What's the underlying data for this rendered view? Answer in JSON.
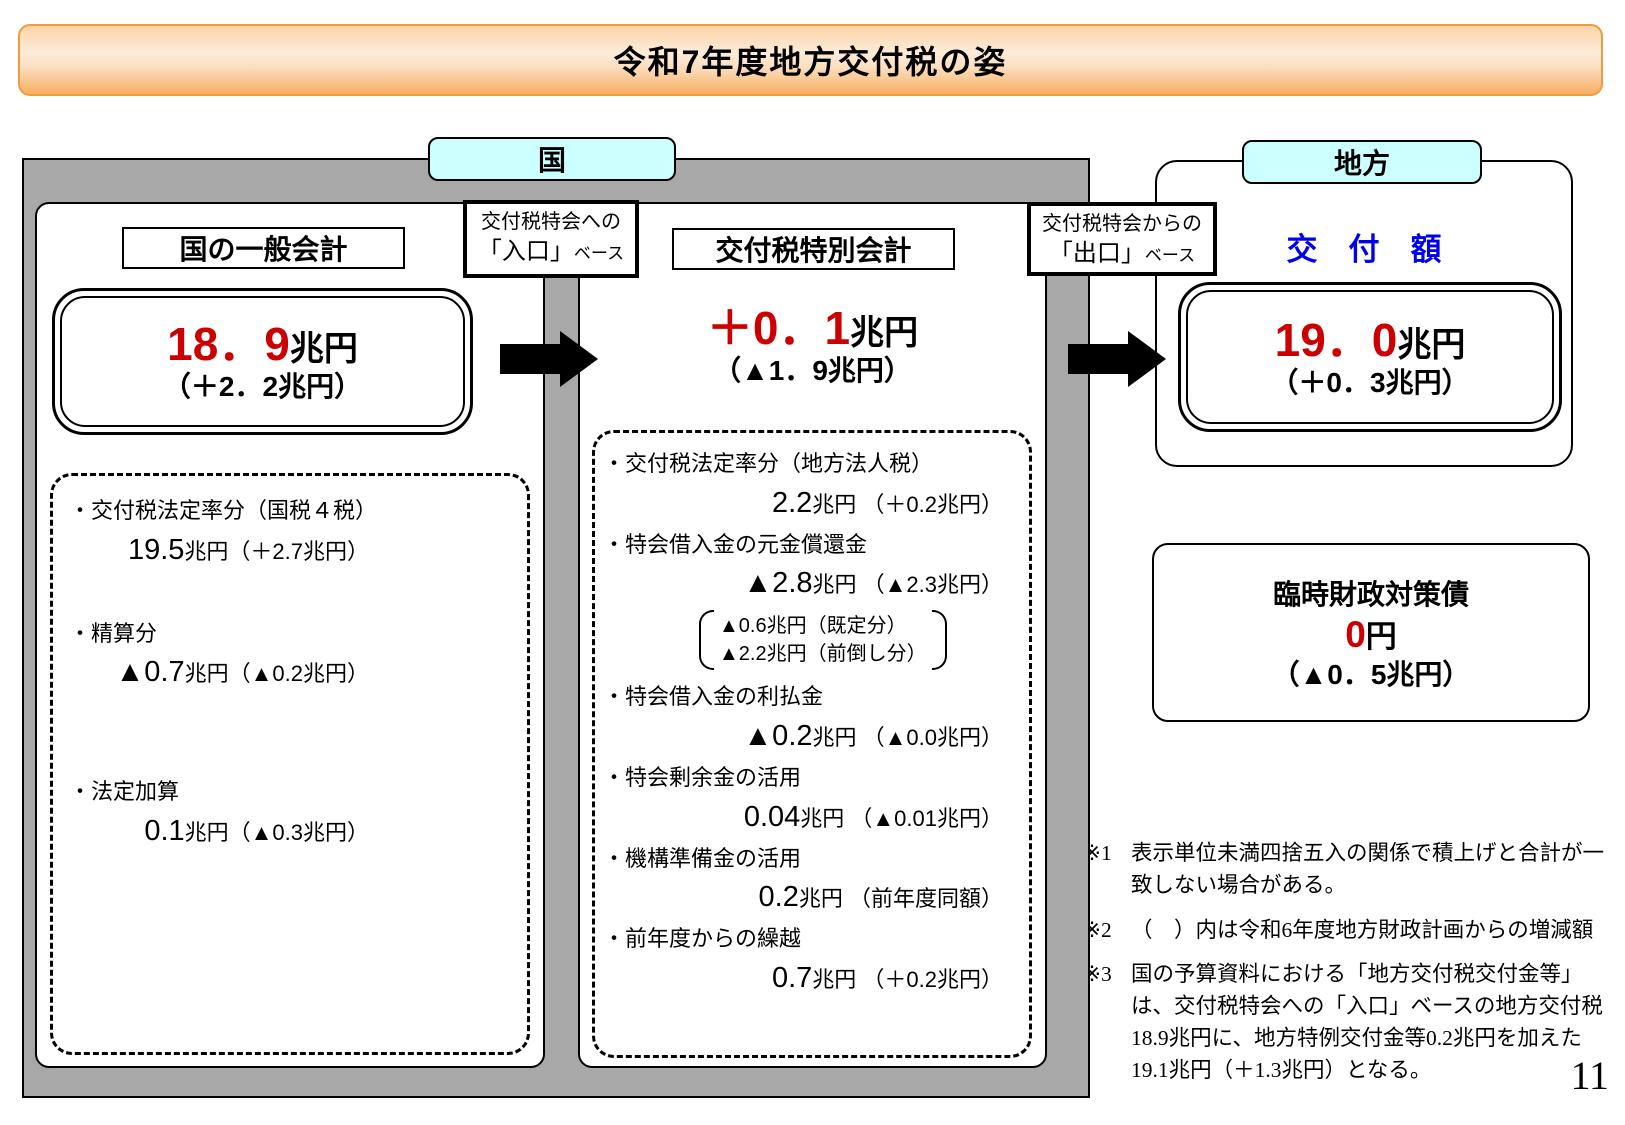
{
  "title": "令和7年度地方交付税の姿",
  "page_number": "11",
  "colors": {
    "accent_red": "#cc0000",
    "accent_blue": "#0000ee",
    "tag_cyan": "#ccffff",
    "frame_gray": "#a8a8a8",
    "banner_orange": "#f8ae60"
  },
  "national": {
    "tag": "国",
    "entrance_label": {
      "line1": "交付税特会への",
      "bracket": "「入口」",
      "suffix": "ベース"
    },
    "exit_label": {
      "line1": "交付税特会からの",
      "bracket": "「出口」",
      "suffix": "ベース"
    },
    "general_account": {
      "header": "国の一般会計",
      "amount": "18．9",
      "unit": "兆円",
      "change": "（＋2．2兆円）",
      "items": [
        {
          "label": "・交付税法定率分（国税４税）",
          "value_main": "19.5",
          "value_rest": "兆円（＋2.7兆円）"
        },
        {
          "label": "・精算分",
          "value_main": "▲0.7",
          "value_rest": "兆円（▲0.2兆円）"
        },
        {
          "label": "・法定加算",
          "value_main": "0.1",
          "value_rest": "兆円（▲0.3兆円）"
        }
      ]
    },
    "special_account": {
      "header": "交付税特別会計",
      "amount": "＋0．1",
      "unit": "兆円",
      "change": "（▲1．9兆円）",
      "items": [
        {
          "label": "・交付税法定率分（地方法人税）",
          "value_main": "2.2",
          "value_rest": "兆円 （＋0.2兆円）"
        },
        {
          "label": "・特会借入金の元金償還金",
          "value_main": "▲2.8",
          "value_rest": "兆円 （▲2.3兆円）",
          "sub": [
            "▲0.6兆円（既定分）",
            "▲2.2兆円（前倒し分）"
          ]
        },
        {
          "label": "・特会借入金の利払金",
          "value_main": "▲0.2",
          "value_rest": "兆円 （▲0.0兆円）"
        },
        {
          "label": "・特会剰余金の活用",
          "value_main": "0.04",
          "value_rest": "兆円 （▲0.01兆円）"
        },
        {
          "label": "・機構準備金の活用",
          "value_main": "0.2",
          "value_rest": "兆円 （前年度同額）"
        },
        {
          "label": "・前年度からの繰越",
          "value_main": "0.7",
          "value_rest": "兆円 （＋0.2兆円）"
        }
      ]
    }
  },
  "local": {
    "tag": "地方",
    "grant_label": "交　付　額",
    "amount": "19．0",
    "unit": "兆円",
    "change": "（＋0．3兆円）",
    "rinji": {
      "title": "臨時財政対策債",
      "amount": "0",
      "unit": "円",
      "change": "（▲0．5兆円）"
    }
  },
  "notes": [
    {
      "mark": "※1",
      "text": "表示単位未満四捨五入の関係で積上げと合計が一致しない場合がある。"
    },
    {
      "mark": "※2",
      "text": "（　）内は令和6年度地方財政計画からの増減額"
    },
    {
      "mark": "※3",
      "text": "国の予算資料における「地方交付税交付金等」は、交付税特会への「入口」ベースの地方交付税18.9兆円に、地方特例交付金等0.2兆円を加えた19.1兆円（＋1.3兆円）となる。"
    }
  ]
}
